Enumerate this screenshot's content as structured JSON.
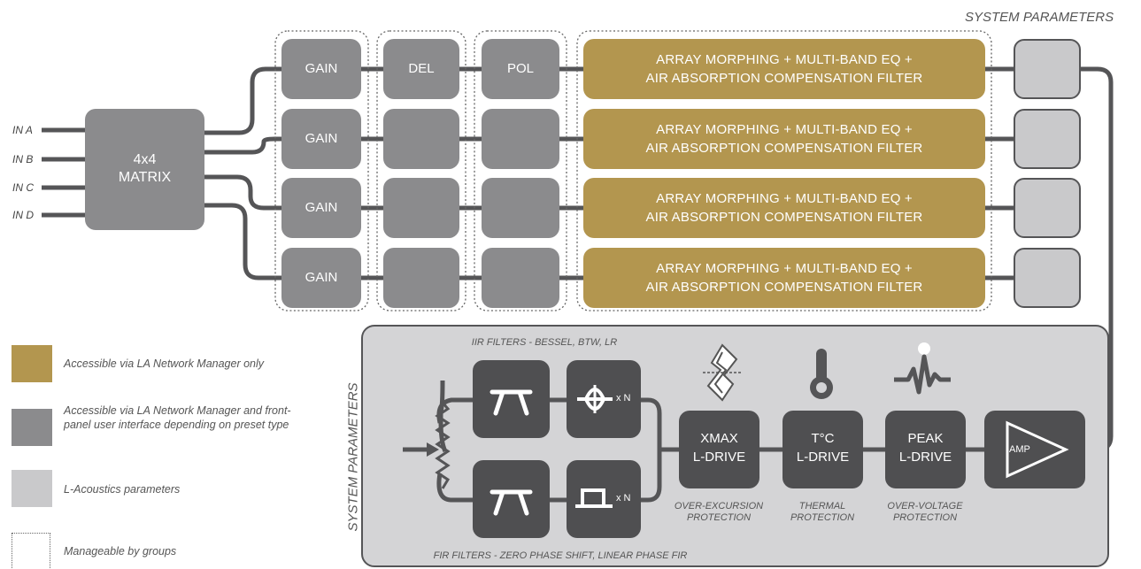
{
  "system_parameters_top": "SYSTEM PARAMETERS",
  "system_parameters_side": "SYSTEM PARAMETERS",
  "inputs": [
    "IN A",
    "IN B",
    "IN C",
    "IN D"
  ],
  "matrix": {
    "line1": "4x4",
    "line2": "MATRIX"
  },
  "channels": [
    {
      "gain": "GAIN",
      "delay": "DEL",
      "polarity": "POL",
      "eq_line1": "ARRAY MORPHING + MULTI-BAND EQ +",
      "eq_line2": "AIR ABSORPTION COMPENSATION FILTER"
    },
    {
      "gain": "GAIN",
      "delay": "",
      "polarity": "",
      "eq_line1": "ARRAY MORPHING + MULTI-BAND EQ +",
      "eq_line2": "AIR ABSORPTION COMPENSATION FILTER"
    },
    {
      "gain": "GAIN",
      "delay": "",
      "polarity": "",
      "eq_line1": "ARRAY MORPHING + MULTI-BAND EQ +",
      "eq_line2": "AIR ABSORPTION COMPENSATION FILTER"
    },
    {
      "gain": "GAIN",
      "delay": "",
      "polarity": "",
      "eq_line1": "ARRAY MORPHING + MULTI-BAND EQ +",
      "eq_line2": "AIR ABSORPTION COMPENSATION FILTER"
    }
  ],
  "legend": [
    {
      "color": "#b3964f",
      "text": "Accessible via LA Network Manager only"
    },
    {
      "color": "#8b8b8d",
      "text": "Accessible via LA Network Manager and front-panel user interface depending on preset type"
    },
    {
      "color": "#c9c9cb",
      "text": "L-Acoustics parameters"
    },
    {
      "color": "dotted",
      "text": "Manageable by groups"
    }
  ],
  "filters": {
    "iir_caption": "IIR FILTERS - BESSEL, BTW, LR",
    "fir_caption": "FIR FILTERS - ZERO PHASE SHIFT, LINEAR PHASE FIR",
    "xn_top": "x N",
    "xn_bottom": "x N"
  },
  "drives": [
    {
      "line1": "XMAX",
      "line2": "L-DRIVE",
      "caption1": "OVER-EXCURSION",
      "caption2": "PROTECTION",
      "icon": "excursion-icon"
    },
    {
      "line1": "T°C",
      "line2": "L-DRIVE",
      "caption1": "THERMAL",
      "caption2": "PROTECTION",
      "icon": "thermometer-icon"
    },
    {
      "line1": "PEAK",
      "line2": "L-DRIVE",
      "caption1": "OVER-VOLTAGE",
      "caption2": "PROTECTION",
      "icon": "peak-pulse-icon"
    }
  ],
  "amp": "AMP",
  "colors": {
    "gold": "#b3964f",
    "mid_gray": "#8b8b8d",
    "light_gray": "#c9c9cb",
    "dark_box": "#4f4f51",
    "line": "#555557",
    "panel": "#d4d4d6"
  }
}
